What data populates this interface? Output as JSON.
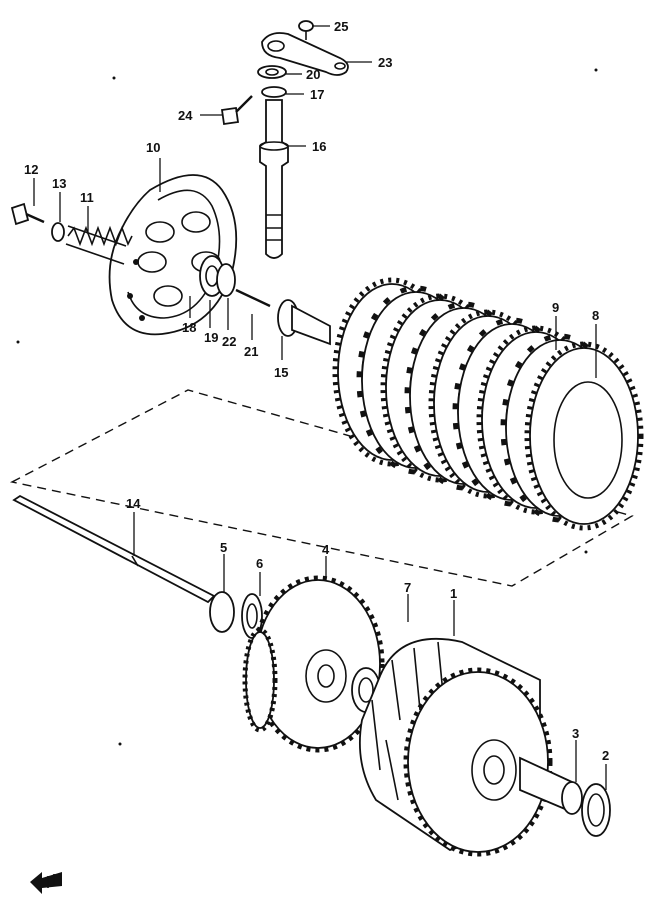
{
  "part_labels": {
    "p1": "1",
    "p2": "2",
    "p3": "3",
    "p4": "4",
    "p5": "5",
    "p6": "6",
    "p7": "7",
    "p8": "8",
    "p9": "9",
    "p10": "10",
    "p11": "11",
    "p12": "12",
    "p13": "13",
    "p14": "14",
    "p15": "15",
    "p16": "16",
    "p17": "17",
    "p18": "18",
    "p19": "19",
    "p20": "20",
    "p21": "21",
    "p22": "22",
    "p23": "23",
    "p24": "24",
    "p25": "25"
  },
  "icons": {
    "front_arrow": "front-direction-arrow-icon"
  }
}
